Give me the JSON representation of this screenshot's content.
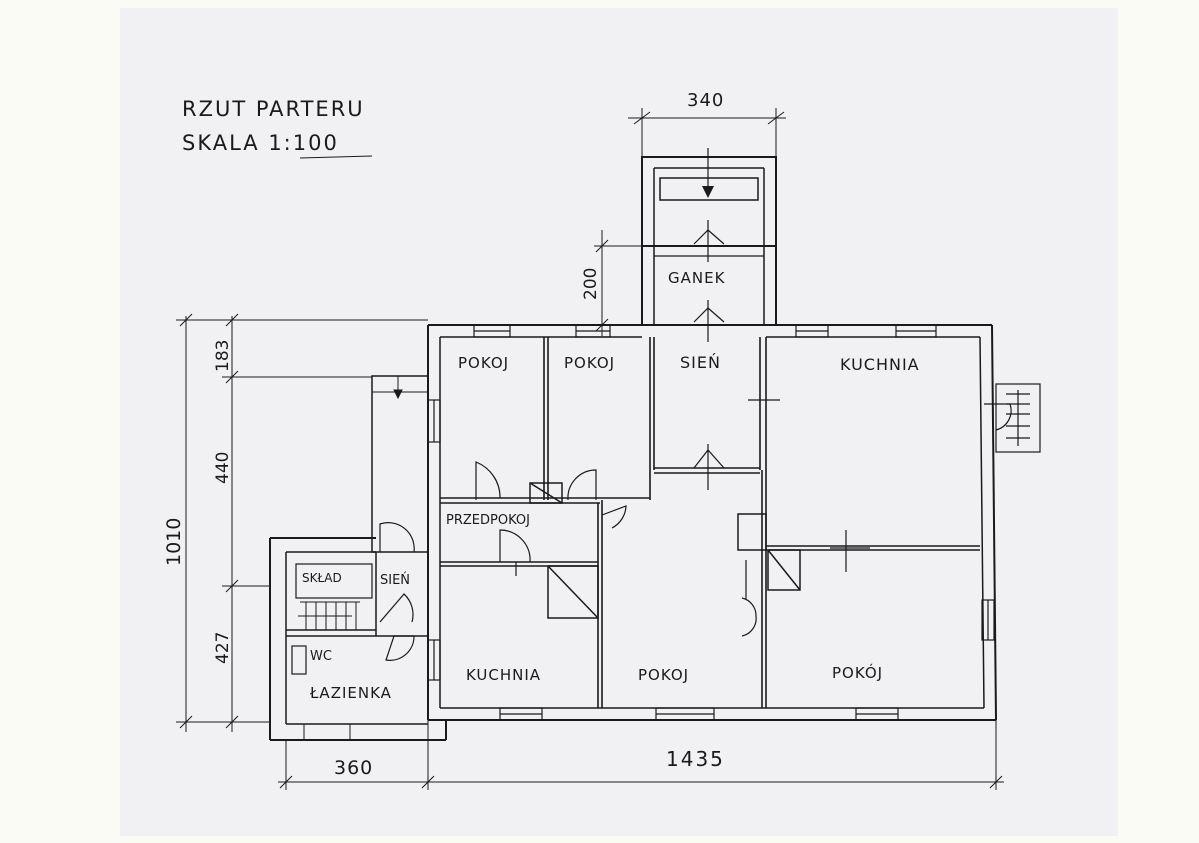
{
  "title": {
    "line1": "RZUT PARTERU",
    "line2": "SKALA   1:100"
  },
  "rooms": {
    "ganek": "GANEK",
    "pokoj_1": "POKOJ",
    "pokoj_2": "POKOJ",
    "sien_top": "SIEŃ",
    "kuchnia_top": "KUCHNIA",
    "przedpokoj": "PRZEDPOKOJ",
    "sklad": "SKŁAD",
    "sien_side": "SIEŃ",
    "wc": "WC",
    "lazienka": "ŁAZIENKA",
    "kuchnia_bottom": "KUCHNIA",
    "pokoj_3": "POKOJ",
    "pokoj_4": "POKÓJ"
  },
  "dimensions": {
    "porch_width": "340",
    "porch_depth": "200",
    "dim_183": "183",
    "dim_440": "440",
    "dim_427": "427",
    "total_depth": "1010",
    "side_width": "360",
    "main_width": "1435"
  }
}
